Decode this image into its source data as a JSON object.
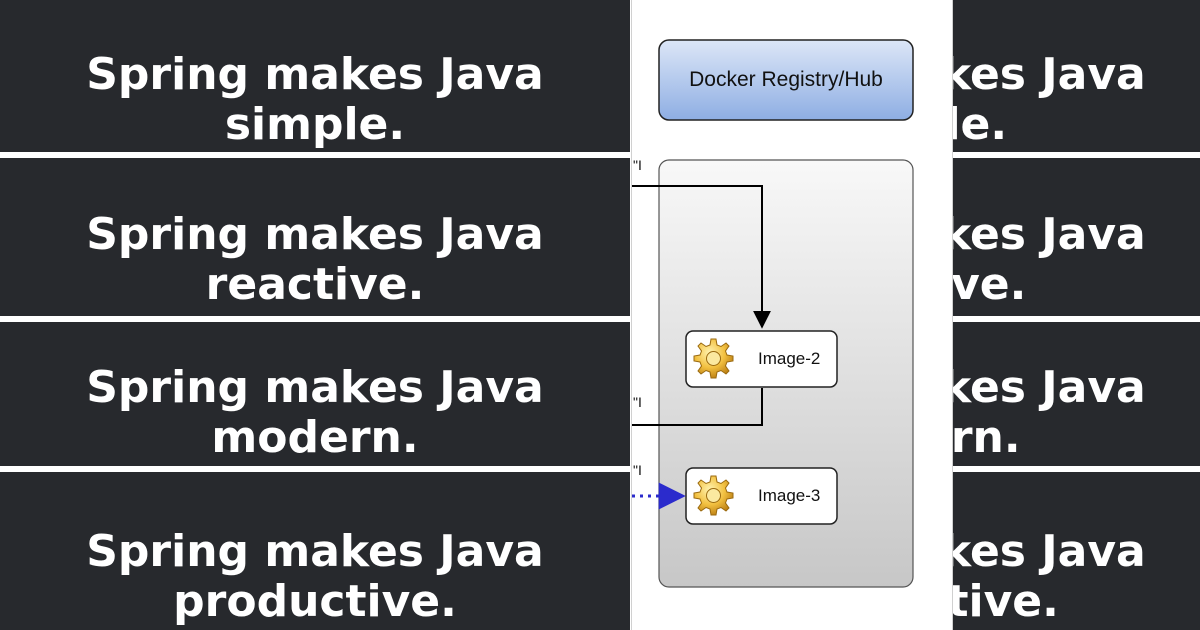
{
  "banners": [
    {
      "line1": "Spring makes Java",
      "line2": "simple."
    },
    {
      "line1": "Spring makes Java",
      "line2": "reactive."
    },
    {
      "line1": "Spring makes Java",
      "line2": "modern."
    },
    {
      "line1": "Spring makes Java",
      "line2": "productive."
    }
  ],
  "diagram": {
    "registry_label": "Docker Registry/Hub",
    "nodes": [
      {
        "label": "Image-2",
        "icon": "gear-icon"
      },
      {
        "label": "Image-3",
        "icon": "gear-icon"
      }
    ],
    "side_marks": [
      "\"I",
      "\"I",
      "\"I"
    ],
    "colors": {
      "registry_fill_top": "#dce6f7",
      "registry_fill_bottom": "#8eaee3",
      "container_fill_top": "#f8f8f8",
      "container_fill_bottom": "#c7c7c7",
      "arrow_black": "#000000",
      "arrow_blue": "#2b2bcc",
      "banner_bg": "#27292d",
      "banner_text": "#ffffff"
    }
  }
}
